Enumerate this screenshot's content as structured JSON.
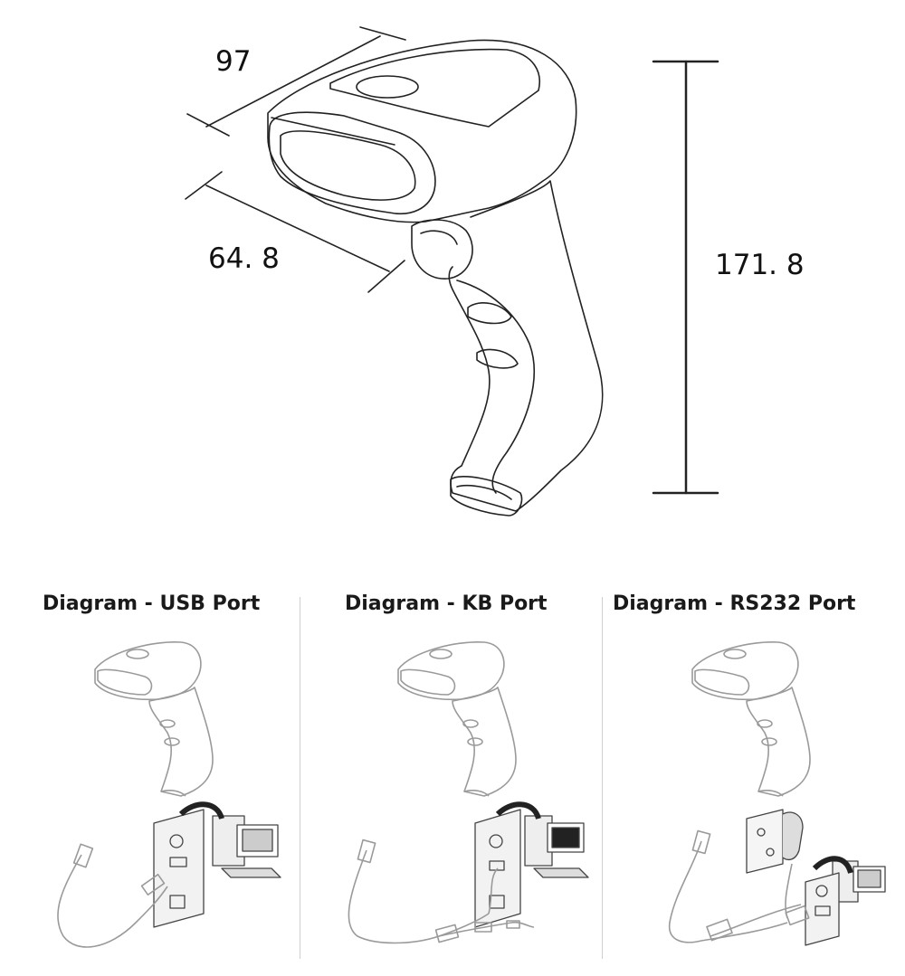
{
  "dimensions": {
    "width": "97",
    "depth": "64. 8",
    "height": "171. 8"
  },
  "panels": [
    {
      "title": "Diagram - USB Port"
    },
    {
      "title": "Diagram - KB Port"
    },
    {
      "title": "Diagram - RS232 Port"
    }
  ]
}
